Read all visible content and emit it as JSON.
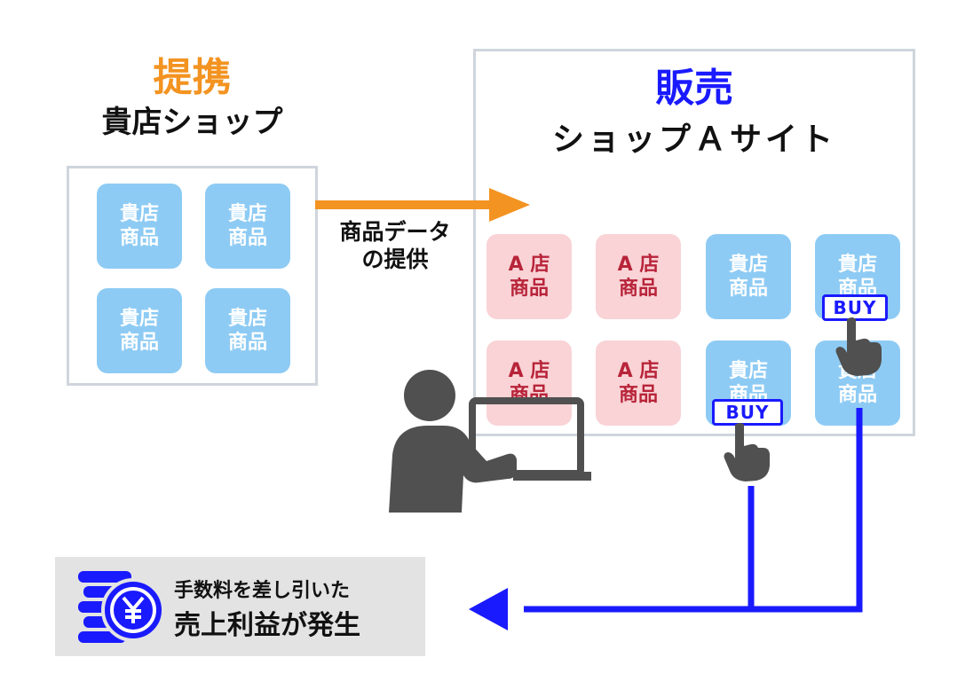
{
  "partner": {
    "heading": "提携",
    "subheading": "貴店ショップ",
    "heading_color": "#f39321"
  },
  "sales": {
    "heading": "販売",
    "subheading": "ショップＡサイト",
    "heading_color": "#1a1aff"
  },
  "tiles": {
    "own_label": "貴店\n商品",
    "a_label": "A 店\n商品"
  },
  "buy_label": "BUY",
  "flow_label": "商品データ\nの提供",
  "profit": {
    "line1": "手数料を差し引いた",
    "line2": "売上利益が発生"
  },
  "colors": {
    "orange": "#f39321",
    "blue": "#1a1aff",
    "tile_blue": "#8ecbf4",
    "tile_pink": "#f9d3d6",
    "dark": "#505050"
  },
  "icons": [
    "person-at-laptop-icon",
    "pointing-hand-icon",
    "yen-coins-icon",
    "arrow-icon"
  ]
}
